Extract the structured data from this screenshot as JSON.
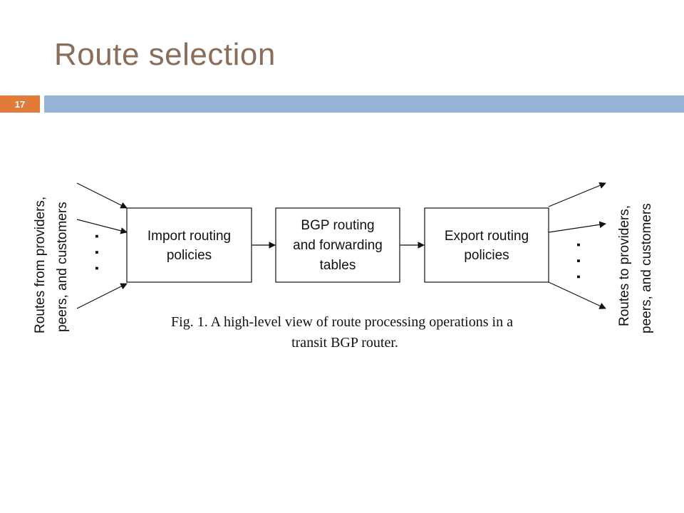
{
  "slide": {
    "title": "Route selection",
    "number": "17"
  },
  "diagram": {
    "left_label_line1": "Routes from providers,",
    "left_label_line2": "peers, and customers",
    "right_label_line1": "Routes to providers,",
    "right_label_line2": "peers, and customers",
    "import_box_line1": "Import routing",
    "import_box_line2": "policies",
    "bgp_box_line1": "BGP routing",
    "bgp_box_line2": "and forwarding",
    "bgp_box_line3": "tables",
    "export_box_line1": "Export routing",
    "export_box_line2": "policies",
    "ellipsis": ". . .",
    "caption_line1": "Fig. 1. A high-level view of route processing operations in a",
    "caption_line2": "transit BGP router."
  }
}
